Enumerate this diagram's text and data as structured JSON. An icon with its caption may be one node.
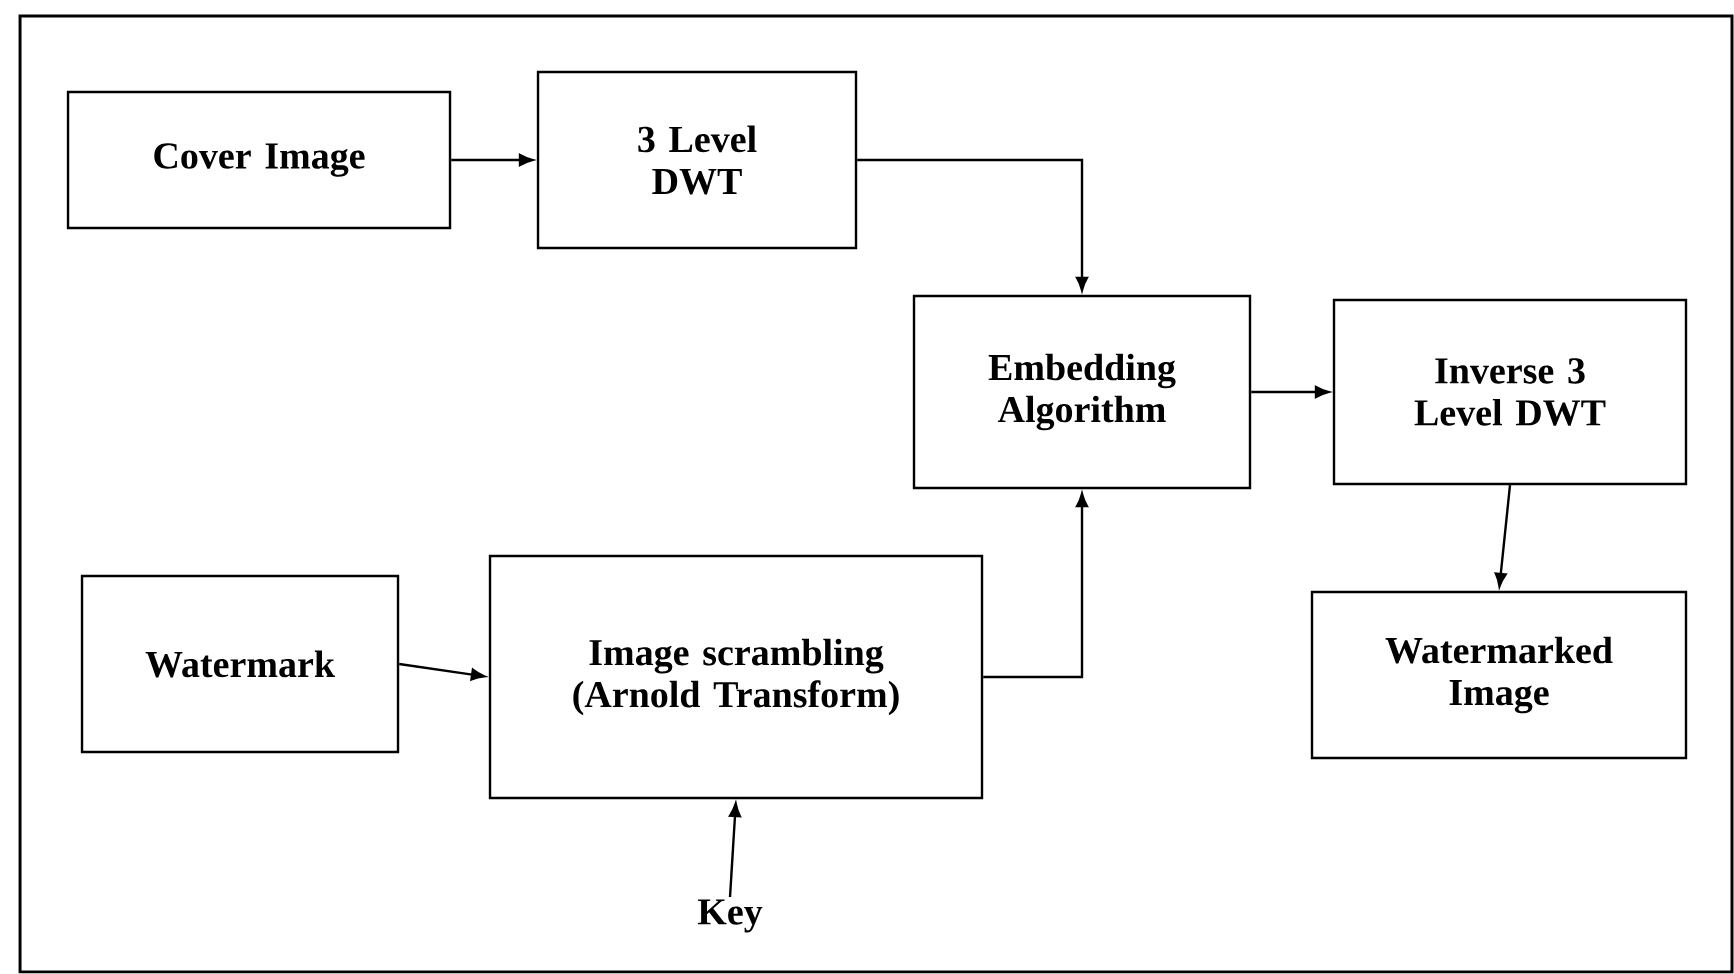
{
  "diagram": {
    "nodes": [
      {
        "text": [
          "Cover Image"
        ]
      },
      {
        "text": [
          "3 Level DWT"
        ]
      },
      {
        "text": [
          "Embedding Algorithm"
        ]
      },
      {
        "text": [
          "Inverse 3 Level DWT"
        ]
      },
      {
        "text": [
          "Watermark"
        ]
      },
      {
        "text": [
          "Image scrambling (Arnold Transform)"
        ]
      },
      {
        "text": [
          "Watermarked Image"
        ]
      },
      {
        "text": [
          "Key"
        ]
      }
    ],
    "edges": [
      {
        "from": 0,
        "to": 1,
        "arrow": "to"
      },
      {
        "from": 1,
        "to": 2,
        "arrow": "to"
      },
      {
        "from": 4,
        "to": 5,
        "arrow": "to"
      },
      {
        "from": 5,
        "to": 2,
        "arrow": "to"
      },
      {
        "from": 2,
        "to": 3,
        "arrow": "to"
      },
      {
        "from": 3,
        "to": 6,
        "arrow": "to"
      },
      {
        "from": 7,
        "to": 5,
        "arrow": "to"
      }
    ]
  }
}
